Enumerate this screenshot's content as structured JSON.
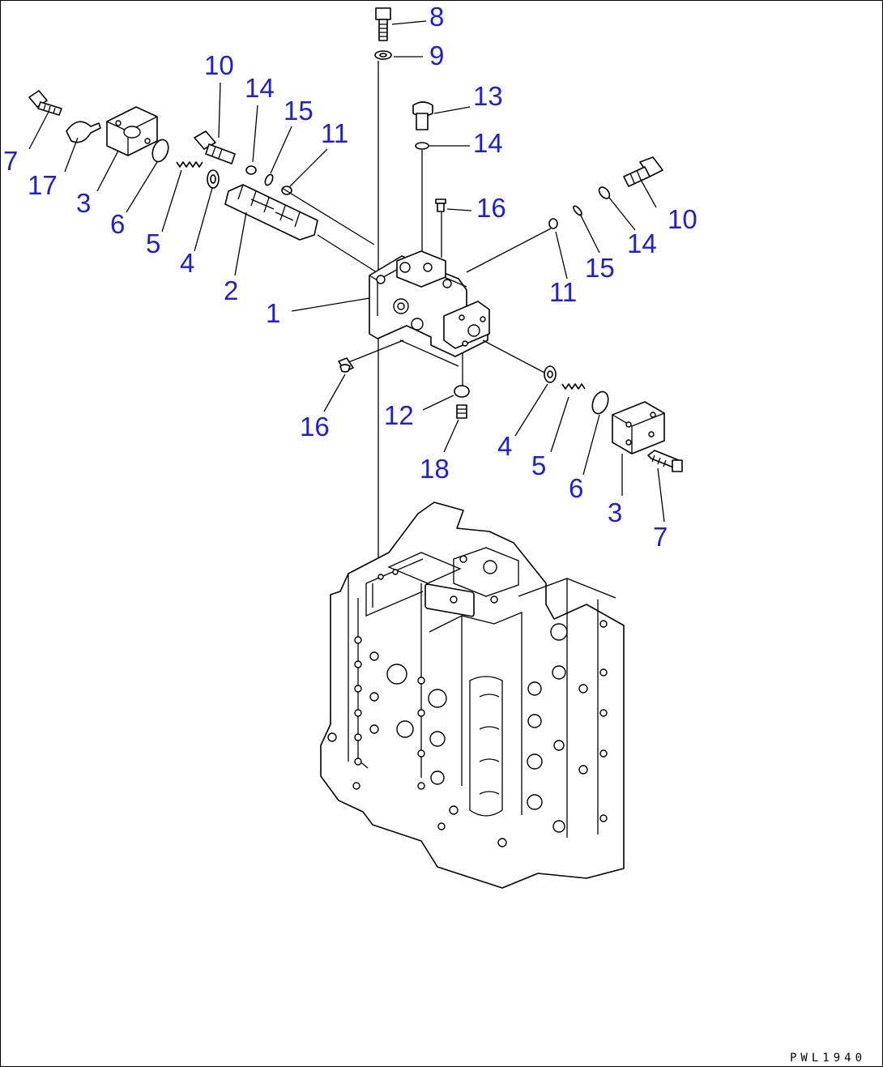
{
  "drawing_code": "PWL1940",
  "callouts": [
    "1",
    "2",
    "3",
    "3",
    "4",
    "4",
    "5",
    "5",
    "6",
    "6",
    "7",
    "7",
    "8",
    "9",
    "10",
    "10",
    "11",
    "11",
    "12",
    "13",
    "14",
    "14",
    "14",
    "15",
    "15",
    "16",
    "16",
    "17",
    "18"
  ],
  "colors": {
    "callout": "#1f1fd8",
    "line": "#000000",
    "background": "#ffffff"
  }
}
